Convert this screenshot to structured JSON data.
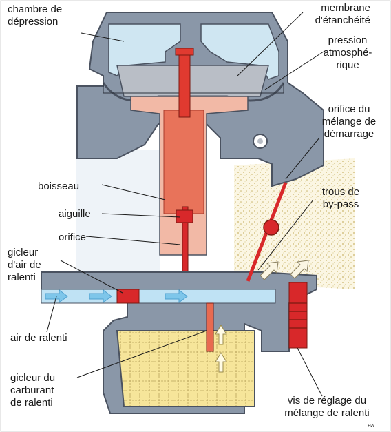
{
  "labels": {
    "chambre_depression": "chambre de\ndépression",
    "membrane": "membrane\nd'étanchéité",
    "pression": "pression\natmosphé-\nrique",
    "orifice_melange": "orifice du\nmélange de\ndémarrage",
    "boisseau": "boisseau",
    "aiguille": "aiguille",
    "orifice": "orifice",
    "trous_bypass": "trous de\nby-pass",
    "gicleur_air": "gicleur\nd'air de\nralenti",
    "air_ralenti": "air de ralenti",
    "gicleur_carburant": "gicleur du\ncarburant\nde ralenti",
    "vis_reglage": "vis de réglage du\nmélange de ralenti"
  },
  "corner_mark": "ᴙᴧ",
  "colors": {
    "body_gray": "#8a97a8",
    "body_dark": "#4a5260",
    "chamber_blue": "#cfe6f2",
    "piston_salmon": "#f2b9a6",
    "needle_red": "#d8282a",
    "fuel_yellow": "#f6e59a",
    "mixture_speckle": "#e9dca9",
    "air_blue": "#bfe2f4"
  }
}
